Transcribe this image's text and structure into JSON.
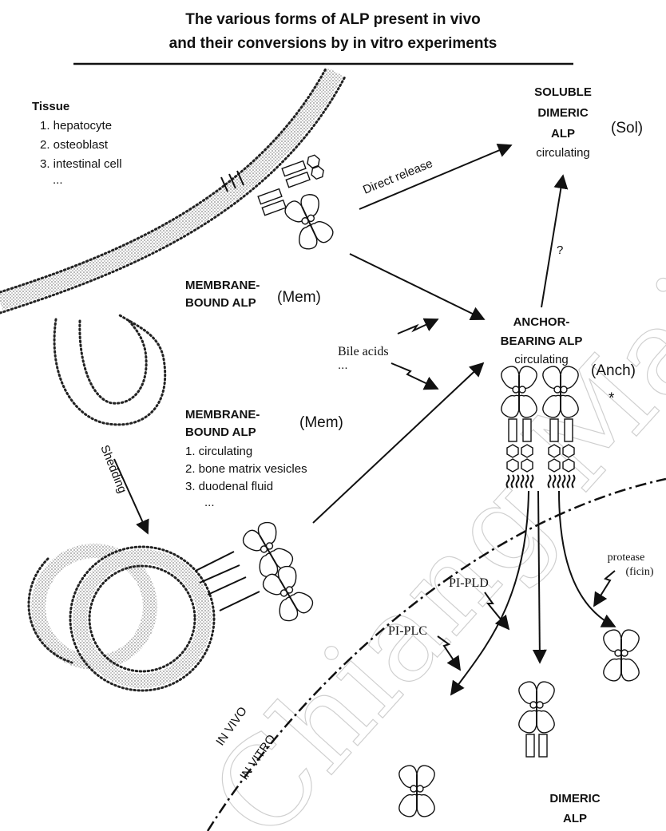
{
  "title": {
    "line1": "The various forms of ALP present in vivo",
    "line2": "and their conversions by in vitro experiments"
  },
  "tissue": {
    "heading": "Tissue",
    "items": [
      "1. hepatocyte",
      "2. osteoblast",
      "3. intestinal cell",
      "..."
    ]
  },
  "membrane_bound_top": {
    "line1": "MEMBRANE-",
    "line2": "BOUND ALP",
    "abbr": "(Mem)"
  },
  "membrane_bound_bottom": {
    "line1": "MEMBRANE-",
    "line2": "BOUND ALP",
    "abbr": "(Mem)",
    "items": [
      "1. circulating",
      "2. bone matrix vesicles",
      "3. duodenal fluid",
      "..."
    ]
  },
  "soluble": {
    "line1": "SOLUBLE",
    "line2": "DIMERIC",
    "line3": "ALP",
    "line4": "circulating",
    "abbr": "(Sol)"
  },
  "anchor": {
    "line1": "ANCHOR-",
    "line2": "BEARING ALP",
    "line3": "circulating",
    "abbr": "(Anch)",
    "asterisk": "*"
  },
  "labels": {
    "direct_release": "Direct release",
    "question": "?",
    "bile_acids": "Bile acids",
    "bile_dots": "...",
    "shedding": "Shedding",
    "pi_pld": "PI-PLD",
    "pi_plc": "PI-PLC",
    "protease": "protease",
    "ficin": "(ficin)",
    "in_vivo": "IN VIVO",
    "in_vitro": "IN VITRO"
  },
  "dimeric": {
    "line1": "DIMERIC",
    "line2": "ALP"
  },
  "watermark": {
    "text": "Chiang Mai University"
  }
}
